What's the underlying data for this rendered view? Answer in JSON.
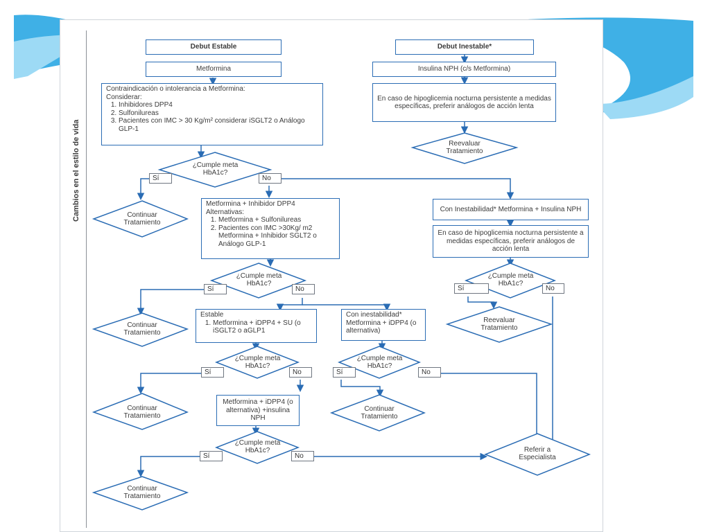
{
  "colors": {
    "accent": "#2a6cb4",
    "ribbon": "#3fb0e6",
    "ribbon_light": "#9ddaf5"
  },
  "sidebar_label": "Cambios en el estilo de vida",
  "debut_estable": "Debut Estable",
  "debut_inestable": "Debut Inestable*",
  "metformina": "Metformina",
  "insulina_nph": "Insulina NPH (c/s Metformina)",
  "contraindicacion": {
    "title": "Contraindicación o intolerancia a Metformina:",
    "subtitle": "Considerar:",
    "items": [
      "Inhibidores DPP4",
      "Sulfonilureas",
      "Pacientes con IMC > 30 Kg/m² considerar iSGLT2 o Análogo GLP-1"
    ]
  },
  "hipoglicemia_1": "En caso de hipoglicemia nocturna persistente a medidas específicas, preferir análogos de acción lenta",
  "reevaluar_1": "Reevaluar Tratamiento",
  "cumple_1": "¿Cumple meta HbA1c?",
  "si": "Sí",
  "no": "No",
  "continuar": "Continuar Tratamiento",
  "met_dpp4": {
    "title": "Metformina + Inhibidor DPP4",
    "subtitle": "Alternativas:",
    "items": [
      "Metformina + Sulfonilureas",
      "Pacientes con IMC >30Kg/ m2 Metformina + Inhibidor SGLT2 o Análogo GLP-1"
    ]
  },
  "con_inestabilidad_nph": "Con Inestabilidad* Metformina + Insulina NPH",
  "hipoglicemia_2": "En caso de hipoglicemia nocturna persistente a medidas específicas, preferir análogos de acción lenta",
  "cumple_2": "¿Cumple meta HbA1c?",
  "cumple_3": "¿Cumple meta HbA1c?",
  "reevaluar_2": "Reevaluar Tratamiento",
  "estable": {
    "title": "Estable",
    "items": [
      "Metformina + iDPP4 + SU (o iSGLT2 o aGLP1"
    ]
  },
  "con_inestabilidad_idpp4": "Con inestabilidad* Metformina + iDPP4 (o alternativa)",
  "cumple_4": "¿Cumple meta HbA1c?",
  "cumple_5": "¿Cumple meta HbA1c?",
  "met_idpp4_nph": "Metformina + iDPP4 (o alternativa) +insulina NPH",
  "cumple_6": "¿Cumple meta HbA1c?",
  "referir": "Referir a Especialista"
}
